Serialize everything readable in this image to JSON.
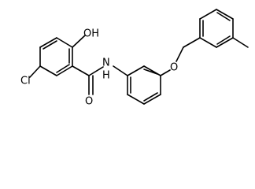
{
  "atoms": {
    "oh": "OH",
    "cl": "Cl",
    "amide_nh": "N",
    "amide_h": "H",
    "carbonyl_o": "O",
    "ether_o": "O"
  }
}
